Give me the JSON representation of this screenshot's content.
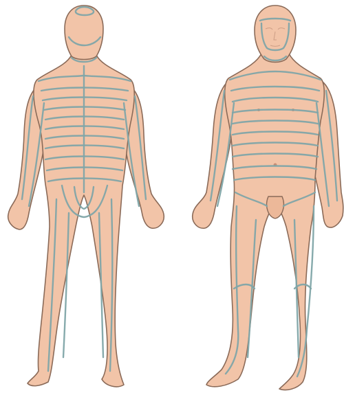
{
  "figure": {
    "views": [
      {
        "id": "posterior",
        "name": "back-view"
      },
      {
        "id": "anterior",
        "name": "front-view"
      }
    ],
    "colors": {
      "skin": "#f2c4a8",
      "outline": "#8a6a58",
      "dermatome_lines": "#7fa5a8",
      "background": "#ffffff"
    }
  }
}
